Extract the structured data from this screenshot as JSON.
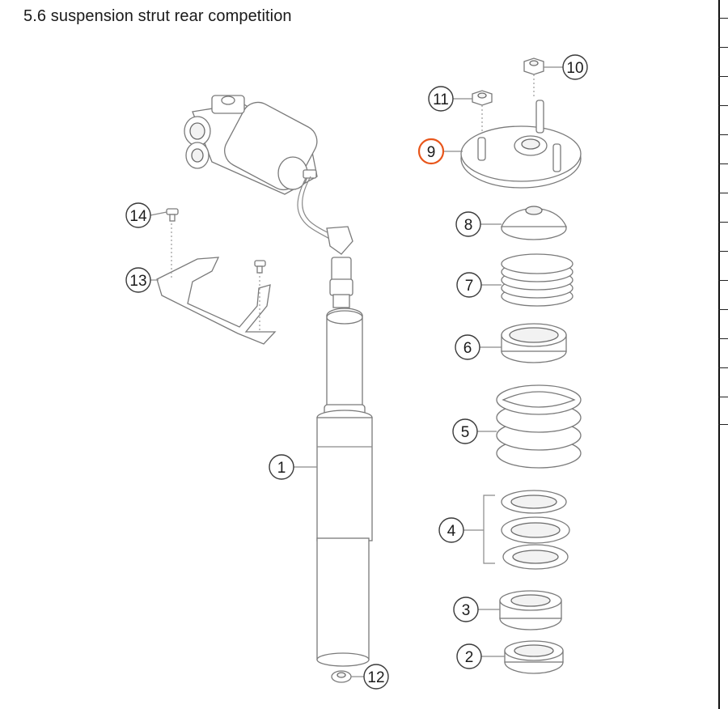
{
  "title": "5.6  suspension strut rear competition",
  "highlight_color": "#e8561b",
  "callouts": [
    {
      "id": "1",
      "label": "1",
      "highlighted": false
    },
    {
      "id": "2",
      "label": "2",
      "highlighted": false
    },
    {
      "id": "3",
      "label": "3",
      "highlighted": false
    },
    {
      "id": "4",
      "label": "4",
      "highlighted": false
    },
    {
      "id": "5",
      "label": "5",
      "highlighted": false
    },
    {
      "id": "6",
      "label": "6",
      "highlighted": false
    },
    {
      "id": "7",
      "label": "7",
      "highlighted": false
    },
    {
      "id": "8",
      "label": "8",
      "highlighted": false
    },
    {
      "id": "9",
      "label": "9",
      "highlighted": true
    },
    {
      "id": "10",
      "label": "10",
      "highlighted": false
    },
    {
      "id": "11",
      "label": "11",
      "highlighted": false
    },
    {
      "id": "12",
      "label": "12",
      "highlighted": false
    },
    {
      "id": "13",
      "label": "13",
      "highlighted": false
    },
    {
      "id": "14",
      "label": "14",
      "highlighted": false
    }
  ]
}
